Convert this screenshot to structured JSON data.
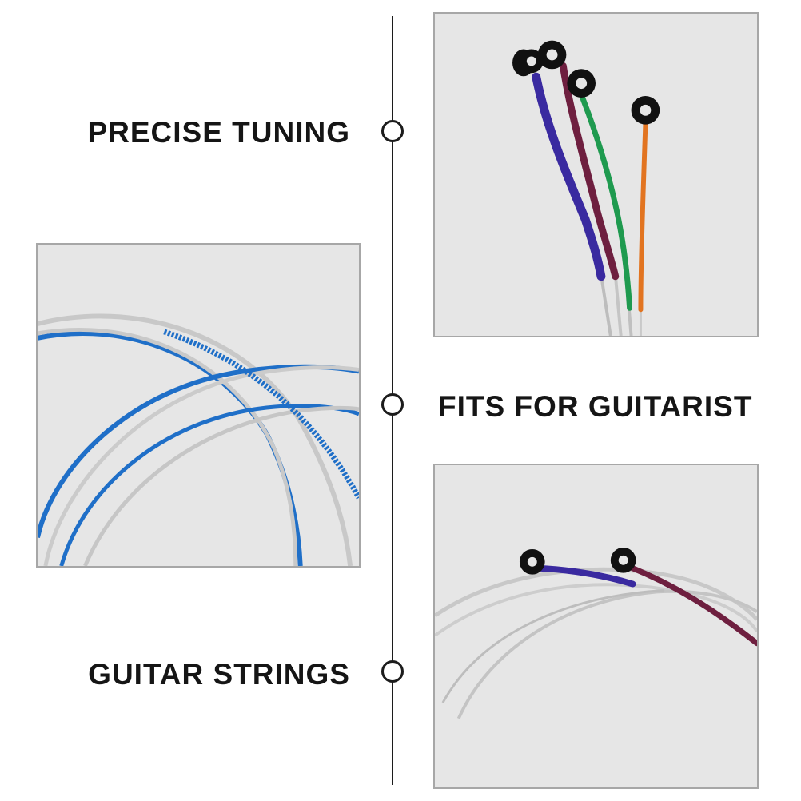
{
  "features": [
    {
      "label": "PRECISE TUNING"
    },
    {
      "label": "FITS FOR GUITARIST"
    },
    {
      "label": "GUITAR STRINGS"
    }
  ],
  "colors": {
    "line": "#1c1c1c",
    "photo_bg": "#e6e6e6",
    "photo_border": "#a7a7a7",
    "string_silver": "#c8c8c8",
    "string_blue": "#1f6fc8",
    "wrap_purple": "#3a2aa0",
    "wrap_maroon": "#6e1f3f",
    "wrap_green": "#1f9a4f",
    "wrap_orange": "#e27420",
    "ball_end": "#111111"
  },
  "icons": [
    "ring-node-icon",
    "ball-end-icon"
  ]
}
